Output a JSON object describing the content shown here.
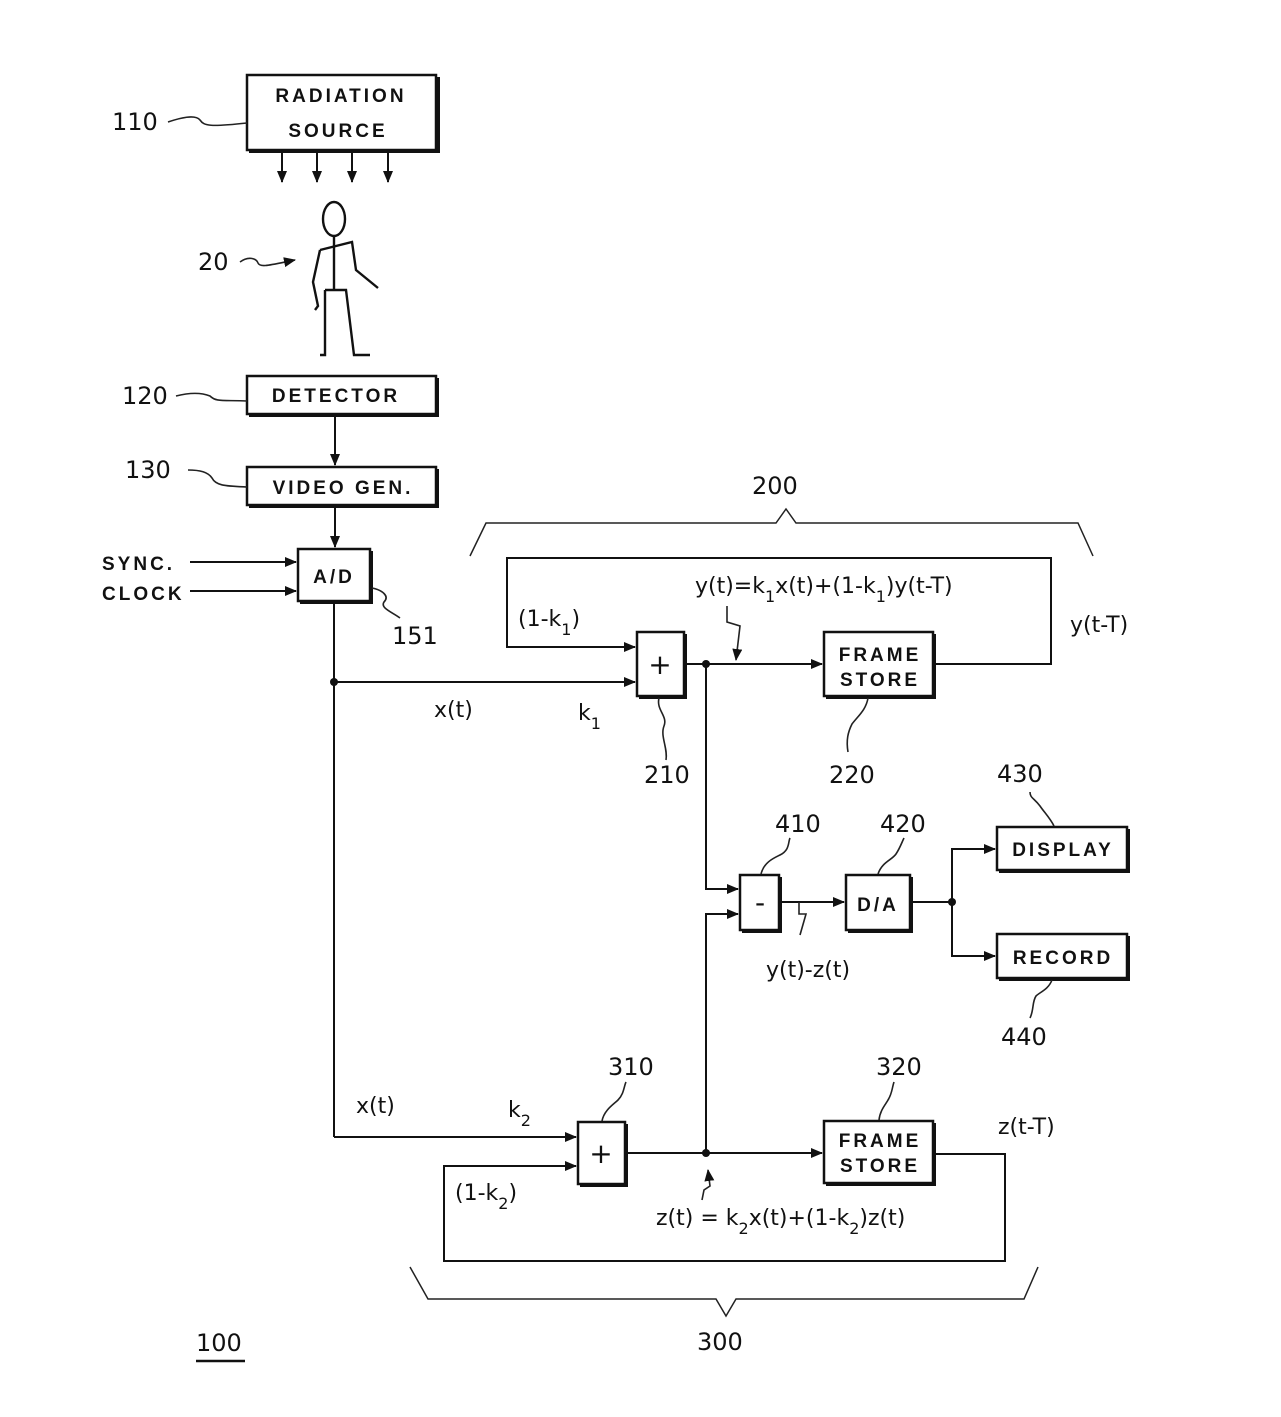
{
  "figure": {
    "system_ref": "100",
    "blocks": {
      "radiation_source": {
        "ref": "110",
        "line1": "RADIATION",
        "line2": "SOURCE"
      },
      "subject": {
        "ref": "20"
      },
      "detector": {
        "ref": "120",
        "label": "DETECTOR"
      },
      "video_gen": {
        "ref": "130",
        "label": "VIDEO GEN."
      },
      "ad": {
        "ref": "151",
        "label": "A/D"
      },
      "adder1": {
        "ref": "210",
        "op": "+"
      },
      "frame_store1": {
        "ref": "220",
        "line1": "FRAME",
        "line2": "STORE"
      },
      "adder2": {
        "ref": "310",
        "op": "+"
      },
      "frame_store2": {
        "ref": "320",
        "line1": "FRAME",
        "line2": "STORE"
      },
      "subtractor": {
        "ref": "410",
        "op": "-"
      },
      "da": {
        "ref": "420",
        "label": "D/A"
      },
      "display": {
        "ref": "430",
        "label": "DISPLAY"
      },
      "record": {
        "ref": "440",
        "label": "RECORD"
      }
    },
    "groups": {
      "upper_loop": {
        "ref": "200"
      },
      "lower_loop": {
        "ref": "300"
      }
    },
    "inputs": {
      "sync": "SYNC.",
      "clock": "CLOCK"
    },
    "signals": {
      "x_upper": "x(t)",
      "k1": "k",
      "k1_sub": "1",
      "one_minus_k1": {
        "pre": "(1-k",
        "sub": "1",
        "post": ")"
      },
      "y_eq": {
        "a": "y(t)=k",
        "s1": "1",
        "b": "x(t)+(1-k",
        "s2": "1",
        "c": ")y(t-T)"
      },
      "y_delayed": "y(t-T)",
      "diff": "y(t)-z(t)",
      "x_lower": "x(t)",
      "k2": "k",
      "k2_sub": "2",
      "one_minus_k2": {
        "pre": "(1-k",
        "sub": "2",
        "post": ")"
      },
      "z_eq": {
        "a": "z(t) = k",
        "s1": "2",
        "b": "x(t)+(1-k",
        "s2": "2",
        "c": ")z(t)"
      },
      "z_delayed": "z(t-T)"
    }
  }
}
